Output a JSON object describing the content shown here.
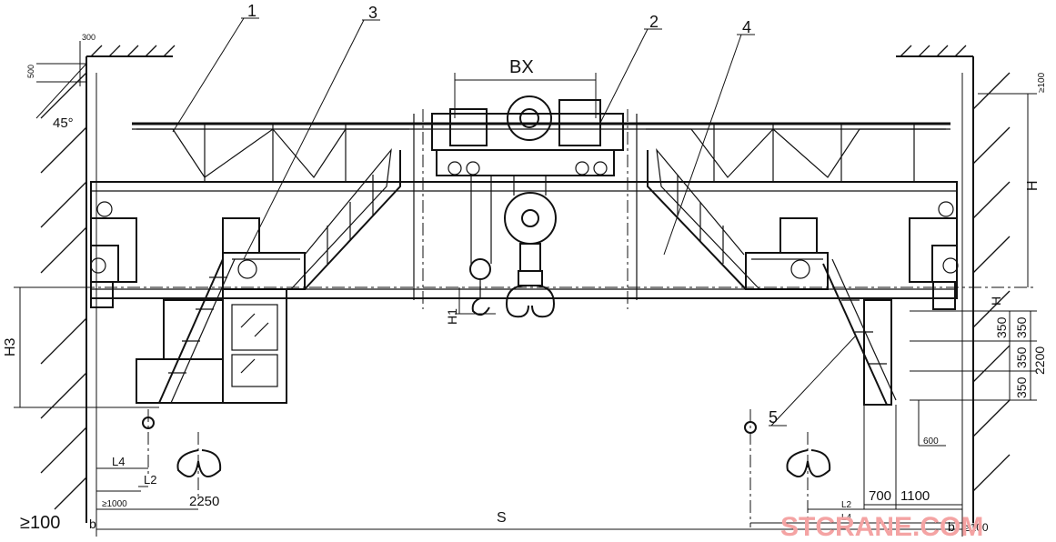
{
  "labels": {
    "part_1": "1",
    "part_2": "2",
    "part_3": "3",
    "part_4": "4",
    "part_5": "5",
    "bx": "BX",
    "h": "H",
    "h1": "H1",
    "h_small": "H",
    "h3": "H3",
    "s": "S",
    "angle": "45°",
    "dim_300": "300",
    "dim_500": "500",
    "dim_ge100_top": "≥100",
    "dim_350_a": "350",
    "dim_350_b": "350",
    "dim_350_c": "350",
    "dim_350_d": "350",
    "dim_2200": "2200",
    "dim_600": "600",
    "dim_700": "700",
    "dim_1100": "1100",
    "l4_left": "L4",
    "l2_left": "L2",
    "dim_ge1000": "≥1000",
    "dim_2250": "2250",
    "ge100_left": "≥100",
    "b_left": "b",
    "l2_right": "L2",
    "l4_right": "L4",
    "b_right": "b",
    "ge100_right": "≥100"
  },
  "watermark": "STCRANE.COM",
  "colors": {
    "line": "#111111",
    "watermark": "#f4a3a3",
    "background": "#ffffff"
  }
}
